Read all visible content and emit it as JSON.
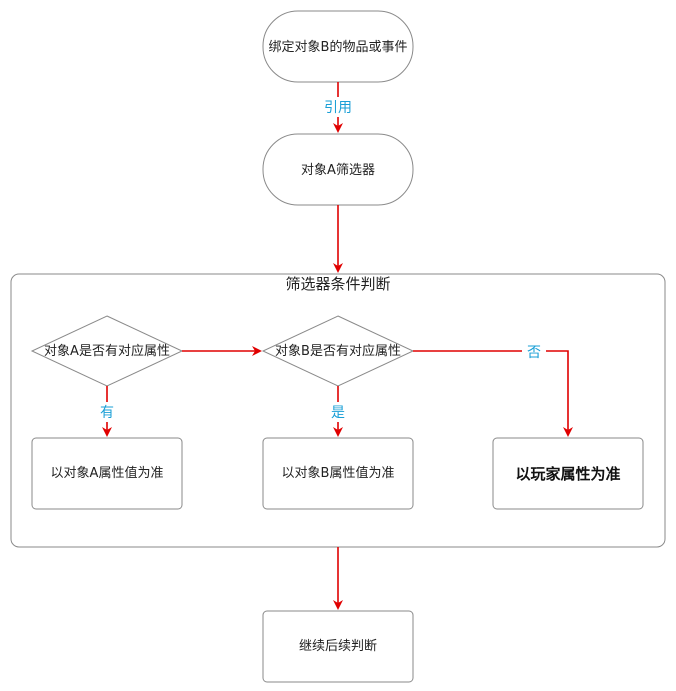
{
  "nodes": {
    "start": "绑定对象B的物品或事件",
    "filter_a": "对象A筛选器",
    "group_title": "筛选器条件判断",
    "decision_a": "对象A是否有对应属性",
    "decision_b": "对象B是否有对应属性",
    "result_a": "以对象A属性值为准",
    "result_b": "以对象B属性值为准",
    "result_player": "以玩家属性为准",
    "continue": "继续后续判断"
  },
  "edges": {
    "ref_label": "引用",
    "has_label": "有",
    "yes_label": "是",
    "no_label": "否"
  },
  "colors": {
    "edge": "#e00000",
    "edge_label": "#1a9fd6",
    "shape_stroke": "#8a8a8a"
  }
}
